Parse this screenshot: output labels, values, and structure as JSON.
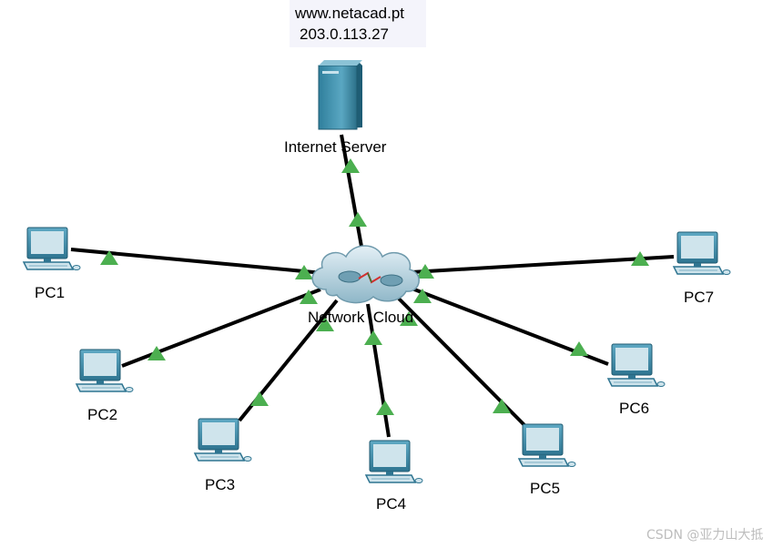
{
  "server": {
    "hostname": "www.netacad.pt",
    "ip": "203.0.113.27",
    "label": "Internet Server"
  },
  "cloud": {
    "label": "Network  Cloud"
  },
  "pcs": [
    {
      "label": "PC1"
    },
    {
      "label": "PC2"
    },
    {
      "label": "PC3"
    },
    {
      "label": "PC4"
    },
    {
      "label": "PC5"
    },
    {
      "label": "PC6"
    },
    {
      "label": "PC7"
    }
  ],
  "watermark": "CSDN @亚力山大抵",
  "colors": {
    "link": "#000000",
    "link_up_indicator": "#4caf50",
    "cloud": "#b7d3df",
    "device": "#3b88a8",
    "serial_link": "#d32f2f"
  },
  "link_status": "up"
}
